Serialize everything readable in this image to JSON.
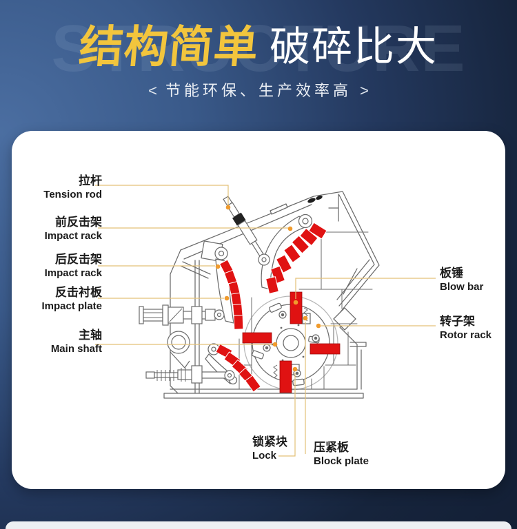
{
  "header": {
    "watermark": "STRUCTURE",
    "title_accent": "结构简单",
    "title_main": "破碎比大",
    "bracket_left": "<",
    "bracket_right": ">",
    "subtitle": "节能环保、生产效率高"
  },
  "diagram": {
    "labels": {
      "tension_rod": {
        "zh": "拉杆",
        "en": "Tension rod"
      },
      "front_impact_rack": {
        "zh": "前反击架",
        "en": "Impact rack"
      },
      "rear_impact_rack": {
        "zh": "后反击架",
        "en": "Impact rack"
      },
      "impact_plate": {
        "zh": "反击衬板",
        "en": "Impact plate"
      },
      "main_shaft": {
        "zh": "主轴",
        "en": "Main shaft"
      },
      "blow_bar": {
        "zh": "板锤",
        "en": "Blow bar"
      },
      "rotor_rack": {
        "zh": "转子架",
        "en": "Rotor rack"
      },
      "lock": {
        "zh": "锁紧块",
        "en": "Lock"
      },
      "block_plate": {
        "zh": "压紧板",
        "en": "Block plate"
      }
    }
  },
  "colors": {
    "title_accent": "#f2c53d",
    "title_main": "#ffffff",
    "background_top_left": "#4b6ea1",
    "background_dark": "#16243c",
    "card": "#ffffff",
    "part_highlight_red": "#e01212",
    "leader_line": "#e3c077",
    "leader_dot": "#f09b2d",
    "diagram_line": "#6b6b6b",
    "bottom_strip": "#edf0f3"
  }
}
